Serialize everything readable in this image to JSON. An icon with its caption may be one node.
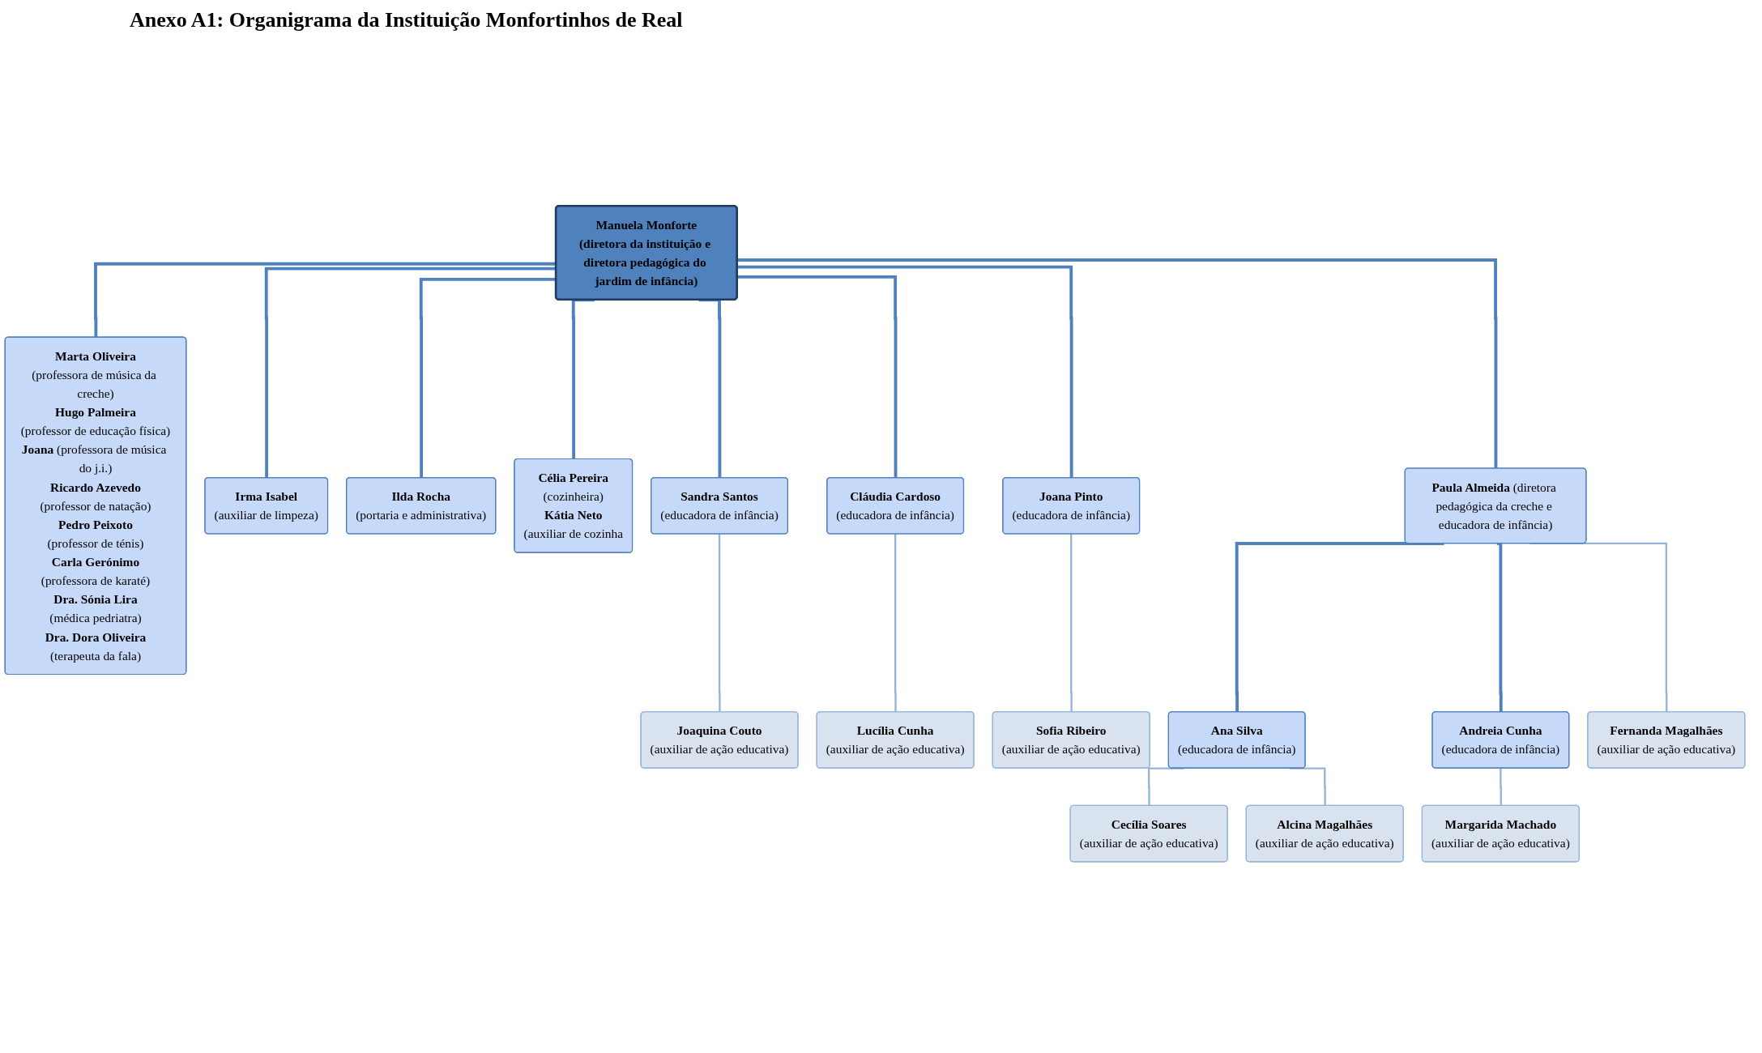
{
  "diagram": {
    "title": "Anexo A1: Organigrama da Instituição Monfortinhos de Real",
    "nodes": [
      {
        "text": [
          "Manuela Monforte",
          "(diretora da instituição e diretora pedagógica do jardim de infância)"
        ]
      },
      {
        "text": [
          "Marta Oliveira",
          "(professora de música da creche)",
          "Hugo Palmeira",
          "(professor de educação física)",
          "**Joana** (professora de música do j.i.)",
          "Ricardo Azevedo",
          "(professor de natação)",
          "Pedro Peixoto",
          "(professor de ténis)",
          "Carla Gerónimo",
          "(professora de karaté)",
          "Dra. Sónia Lira",
          "(médica pedriatra)",
          "Dra. Dora Oliveira",
          "(terapeuta da fala)"
        ]
      },
      {
        "text": [
          "Irma Isabel",
          "(auxiliar de limpeza)"
        ]
      },
      {
        "text": [
          "Ilda Rocha",
          "(portaria e administrativa)"
        ]
      },
      {
        "text": [
          "Célia Pereira",
          "(cozinheira)",
          "Kátia Neto",
          "(auxiliar de cozinha"
        ]
      },
      {
        "text": [
          "Sandra Santos",
          "(educadora de infância)"
        ]
      },
      {
        "text": [
          "Cláudia Cardoso",
          "(educadora de infância)"
        ]
      },
      {
        "text": [
          "Joana Pinto",
          "(educadora de infância)"
        ]
      },
      {
        "text": [
          "**Paula Almeida** (diretora pedagógica da creche e educadora de infância)"
        ]
      },
      {
        "text": [
          "Joaquina Couto",
          "(auxiliar de ação educativa)"
        ]
      },
      {
        "text": [
          "Lucília Cunha",
          "(auxiliar de ação educativa)"
        ]
      },
      {
        "text": [
          "Sofia Ribeiro",
          "(auxiliar de ação educativa)"
        ]
      },
      {
        "text": [
          "Ana Silva",
          "(educadora de infância)"
        ]
      },
      {
        "text": [
          "Andreia Cunha",
          "(educadora de infância)"
        ]
      },
      {
        "text": [
          "Margarida Machado",
          "(auxiliar de ação educativa)"
        ]
      },
      {
        "text": [
          "Cecília Soares",
          "(auxiliar de ação educativa)"
        ]
      },
      {
        "text": [
          "Alcina Magalhães",
          "(auxiliar de ação educativa)"
        ]
      },
      {
        "text": [
          "Fernanda Magalhães",
          "(auxiliar de ação educativa)"
        ]
      }
    ],
    "edges": [
      {
        "from": 0,
        "to": 1,
        "arrow": "none"
      },
      {
        "from": 0,
        "to": 2,
        "arrow": "none"
      },
      {
        "from": 0,
        "to": 3,
        "arrow": "none"
      },
      {
        "from": 0,
        "to": 4,
        "arrow": "none"
      },
      {
        "from": 0,
        "to": 5,
        "arrow": "none"
      },
      {
        "from": 0,
        "to": 6,
        "arrow": "none"
      },
      {
        "from": 0,
        "to": 7,
        "arrow": "none"
      },
      {
        "from": 0,
        "to": 8,
        "arrow": "none"
      },
      {
        "from": 5,
        "to": 9,
        "arrow": "none",
        "color": "#95b3d7"
      },
      {
        "from": 6,
        "to": 10,
        "arrow": "none",
        "color": "#95b3d7"
      },
      {
        "from": 7,
        "to": 11,
        "arrow": "none",
        "color": "#95b3d7"
      },
      {
        "from": 8,
        "to": 12,
        "arrow": "none"
      },
      {
        "from": 8,
        "to": 13,
        "arrow": "none"
      },
      {
        "from": 8,
        "to": 17,
        "arrow": "none",
        "color": "#95b3d7"
      },
      {
        "from": 12,
        "to": 15,
        "arrow": "none",
        "color": "#95b3d7"
      },
      {
        "from": 12,
        "to": 16,
        "arrow": "none",
        "color": "#95b3d7"
      },
      {
        "from": 13,
        "to": 14,
        "arrow": "none",
        "color": "#95b3d7"
      }
    ]
  }
}
